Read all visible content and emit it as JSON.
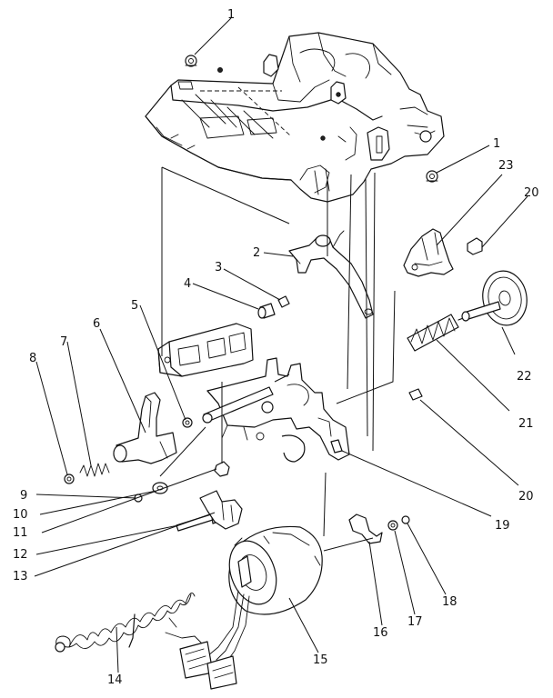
{
  "callouts": {
    "c1a": "1",
    "c1b": "1",
    "c2": "2",
    "c3": "3",
    "c4": "4",
    "c5": "5",
    "c6": "6",
    "c7": "7",
    "c8": "8",
    "c9": "9",
    "c10": "10",
    "c11": "11",
    "c12": "12",
    "c13": "13",
    "c14": "14",
    "c15": "15",
    "c16": "16",
    "c17": "17",
    "c18": "18",
    "c19": "19",
    "c20a": "20",
    "c20b": "20",
    "c21": "21",
    "c22": "22",
    "c23": "23"
  }
}
